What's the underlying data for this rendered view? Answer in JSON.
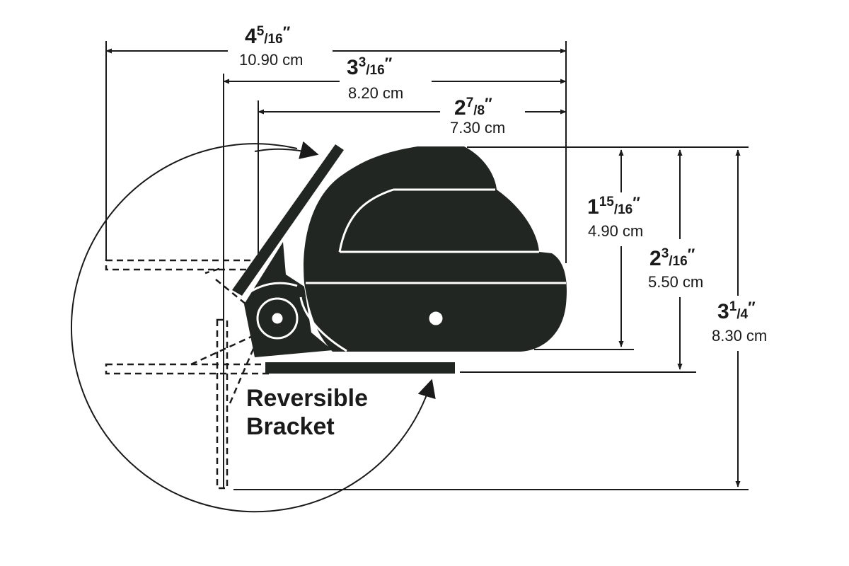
{
  "dimensions": {
    "overall_width": {
      "whole": "4",
      "num": "5",
      "den": "16",
      "unit": "″",
      "metric": "10.90 cm"
    },
    "bracket_width": {
      "whole": "3",
      "num": "3",
      "den": "16",
      "unit": "″",
      "metric": "8.20 cm"
    },
    "body_width": {
      "whole": "2",
      "num": "7",
      "den": "8",
      "unit": "″",
      "metric": "7.30 cm"
    },
    "body_height": {
      "whole": "1",
      "num": "15",
      "den": "16",
      "unit": "″",
      "metric": "4.90 cm"
    },
    "mounted_height": {
      "whole": "2",
      "num": "3",
      "den": "16",
      "unit": "″",
      "metric": "5.50 cm"
    },
    "overall_height": {
      "whole": "3",
      "num": "1",
      "den": "4",
      "unit": "″",
      "metric": "8.30 cm"
    }
  },
  "caption": {
    "line1": "Reversible",
    "line2": "Bracket"
  },
  "colors": {
    "ink": "#1a1a1a",
    "body_fill": "#222623",
    "background": "#ffffff"
  }
}
